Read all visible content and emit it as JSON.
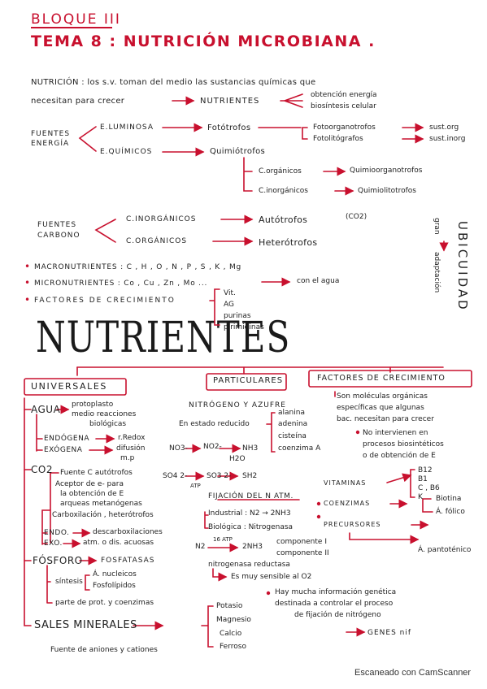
{
  "header": {
    "bloque": "BLOQUE III",
    "tema": "TEMA 8 : NUTRICIÓN MICROBIANA ."
  },
  "intro": {
    "line1": "NUTRICIÓN : los s.v. toman del medio las sustancias químicas que",
    "line2a": "necesitan para crecer",
    "line2b": "NUTRIENTES",
    "opt1": "obtención energía",
    "opt2": "biosíntesis celular"
  },
  "fuentes_energia": {
    "label1": "FUENTES",
    "label2": "ENERGÍA",
    "luminosa": "E.LUMINOSA",
    "fototrofos": "Fotótrofos",
    "fotoorg": "Fotoorganotrofos",
    "fotolit": "Fotolitógrafos",
    "sust_org": "sust.org",
    "sust_inorg": "sust.inorg",
    "quimicos": "E.QUÍMICOS",
    "quimiotrofos": "Quimiótrofos",
    "c_org": "C.orgánicos",
    "quimioorg": "Quimioorganotrofos",
    "c_inorg": "C.inorgánicos",
    "quimiolit": "Quimiolitotrofos"
  },
  "fuentes_carbono": {
    "label1": "FUENTES",
    "label2": "CARBONO",
    "inorg": "C.INORGÁNICOS",
    "autotrofos": "Autótrofos",
    "co2": "(CO2)",
    "org": "C.ORGÁNICOS",
    "heterotrofos": "Heterótrofos"
  },
  "ubicuidad": {
    "word": "UBICUIDAD",
    "gran": "gran",
    "adaptacion": "adaptación"
  },
  "bullets": {
    "macro": "MACRONUTRIENTES : C , H , O , N , P , S , K , Mg",
    "micro": "MICRONUTRIENTES : Co , Cu , Zn , Mo ...",
    "micro_extra": "con el agua",
    "factores": "FACTORES DE CRECIMIENTO",
    "items": [
      "Vit.",
      "AG",
      "purinas",
      "pirimidinas"
    ]
  },
  "nutrientes_title": "NUTRIENTES",
  "universales": {
    "title": "UNIVERSALES",
    "agua": "AGUA",
    "agua_items": [
      "protoplasto",
      "medio reacciones",
      "biológicas"
    ],
    "endogena": "ENDÓGENA",
    "endogena_val": "r.Redox",
    "exogena": "EXÓGENA",
    "exogena_val": "difusión",
    "exogena_val2": "m.p",
    "co2": "CO2",
    "co2_items": [
      "Fuente C autótrofos",
      "Aceptor de e- para",
      "la obtención de E",
      "arqueas metanógenas",
      "Carboxilación , heterótrofos"
    ],
    "endo2": "ENDO.",
    "endo2_val": "descarboxilaciones",
    "exo2": "EXO.",
    "exo2_val": "atm. o dis. acuosas",
    "fosforo": "FÓSFORO",
    "fosfatasas": "FOSFATASAS",
    "sintesis": "síntesis",
    "sint_items": [
      "Á. nucleicos",
      "Fosfolípidos"
    ],
    "parte": "parte de prot. y coenzimas",
    "sales": "SALES MINERALES",
    "sales_items": [
      "Potasio",
      "Magnesio",
      "Calcio",
      "Ferroso"
    ],
    "fuente_iones": "Fuente de aniones y cationes"
  },
  "particulares": {
    "title": "PARTICULARES",
    "sub": "NITRÓGENO Y AZUFRE",
    "reducido": "En estado reducido",
    "red_items": [
      "alanina",
      "adenina",
      "cisteína",
      "coenzima A"
    ],
    "eq1a": "NO3-",
    "eq1b": "NO2-",
    "eq1c": "NH3",
    "eq1d": "H2O",
    "eq2a": "SO4 2-",
    "eq2b": "SO3 2-",
    "eq2c": "SH2",
    "atp": "ATP",
    "fijacion": "FIJACIÓN DEL N ATM.",
    "industrial": "Industrial : N2 → 2NH3",
    "biologica": "Biológica : Nitrogenasa",
    "eq3a": "N2",
    "eq3b": "16 ATP",
    "eq3c": "2NH3",
    "comp1": "componente I",
    "comp2": "componente II",
    "nitrogenasa": "nitrogenasa reductasa",
    "sensible": "Es muy sensible al O2",
    "info1": "Hay mucha información genética",
    "info2": "destinada a controlar el proceso",
    "info3": "de fijación de nitrógeno",
    "genes": "GENES nif"
  },
  "factores": {
    "title": "FACTORES DE CRECIMIENTO",
    "desc": [
      "Son moléculas orgánicas",
      "específicas que algunas",
      "bac. necesitan para crecer"
    ],
    "desc2": [
      "No intervienen en",
      "procesos biosintéticos",
      "o de obtención de E"
    ],
    "vitaminas": "VITAMINAS",
    "vit_items": [
      "B12",
      "B1",
      "C , B6",
      "K"
    ],
    "coenzimas": "COENZIMAS",
    "coe_items": [
      "Biotina",
      "Á. fólico"
    ],
    "precursores": "PRECURSORES",
    "prec_item": "Á. pantoténico"
  },
  "footer": "Escaneado con CamScanner"
}
